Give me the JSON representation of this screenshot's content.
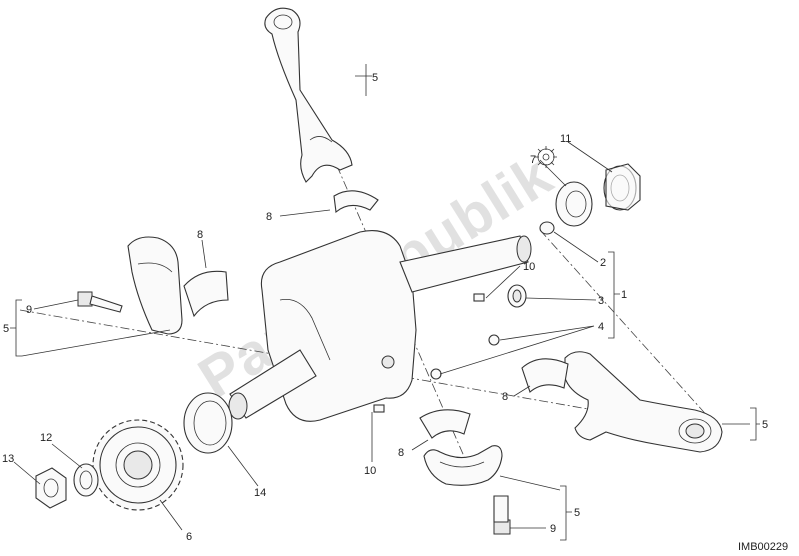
{
  "diagram": {
    "code": "IMB00229",
    "watermark": "PartsRepublik",
    "labels": {
      "l1": "1",
      "l2": "2",
      "l3": "3",
      "l4": "4",
      "l5_top": "5",
      "l5_left": "5",
      "l5_right": "5",
      "l5_bottom": "5",
      "l6": "6",
      "l7": "7",
      "l8_top": "8",
      "l8_left": "8",
      "l8_right": "8",
      "l8_bottom": "8",
      "l9_left": "9",
      "l9_bottom": "9",
      "l10_top": "10",
      "l10_bottom": "10",
      "l11": "11",
      "l12": "12",
      "l13": "13",
      "l14": "14"
    }
  }
}
